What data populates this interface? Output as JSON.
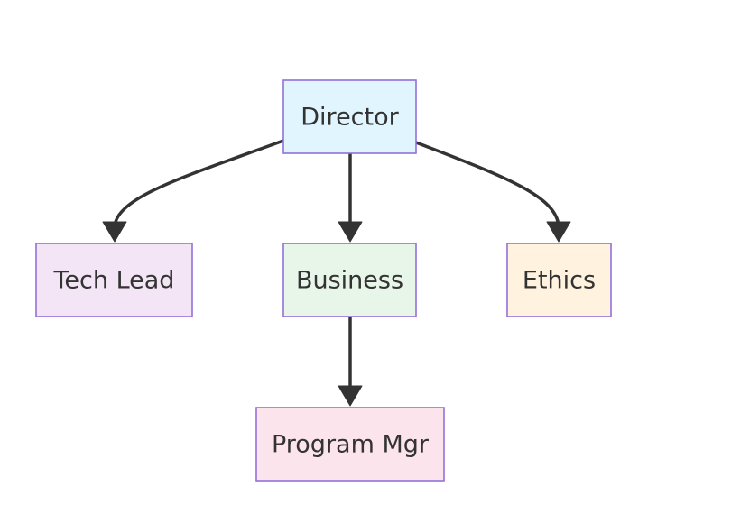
{
  "diagram": {
    "nodes": {
      "director": {
        "label": "Director",
        "fill": "#e1f5fe",
        "stroke": "#9370db"
      },
      "tech_lead": {
        "label": "Tech Lead",
        "fill": "#f3e5f5",
        "stroke": "#9370db"
      },
      "business": {
        "label": "Business",
        "fill": "#e8f5e9",
        "stroke": "#9370db"
      },
      "ethics": {
        "label": "Ethics",
        "fill": "#fff3e0",
        "stroke": "#9370db"
      },
      "program_mgr": {
        "label": "Program Mgr",
        "fill": "#fce4ec",
        "stroke": "#9370db"
      }
    },
    "edges": [
      {
        "from": "Director",
        "to": "Tech Lead"
      },
      {
        "from": "Director",
        "to": "Business"
      },
      {
        "from": "Director",
        "to": "Ethics"
      },
      {
        "from": "Business",
        "to": "Program Mgr"
      }
    ],
    "edge_color": "#333333"
  }
}
